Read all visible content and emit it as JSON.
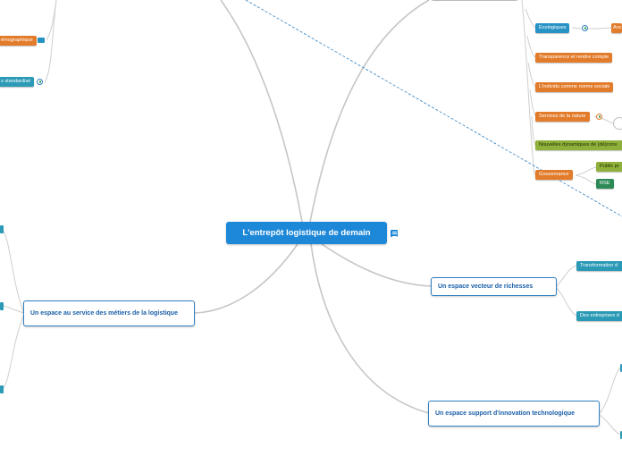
{
  "mindmap": {
    "central": {
      "label": "L'entrepôt logistique de demain",
      "has_notes": true
    },
    "main_topics": [
      {
        "id": "metiers",
        "label": "Un espace au service des métiers de la logistique"
      },
      {
        "id": "richesses",
        "label": "Un espace vecteur de richesses"
      },
      {
        "id": "innovation",
        "label": "Un espace support d'innovation technologique"
      }
    ],
    "right_subtopics": [
      {
        "label": "Ecologiques",
        "color": "blue"
      },
      {
        "label": "Transparence et rendre compte",
        "color": "orange"
      },
      {
        "label": "L'individu comme norme sociale",
        "color": "orange"
      },
      {
        "label": "Services de la nature",
        "color": "orange"
      },
      {
        "label": "Nouvelles dynamiques de (dé)cons",
        "color": "olive"
      },
      {
        "label": "Gouvernance",
        "color": "orange"
      }
    ],
    "gouvernance_children": [
      {
        "label": "Public  pr",
        "color": "olive"
      },
      {
        "label": "RSE",
        "color": "green"
      }
    ],
    "ecologiques_child": {
      "label": "Anc",
      "color": "orange"
    },
    "richesses_children": [
      {
        "label": "Transformation d",
        "color": "teal"
      },
      {
        "label": "Des entreprises d",
        "color": "teal"
      }
    ],
    "left_partial": [
      {
        "label": "émographique",
        "color": "orange"
      },
      {
        "label": "s standardisé",
        "color": "teal"
      }
    ],
    "colors": {
      "central_bg": "#1e88d8",
      "main_border": "#2f7fc1",
      "orange": "#e27b2a",
      "blue": "#2793c4",
      "olive": "#8fb03a",
      "green": "#2c8a56",
      "connector": "#c6c6c6",
      "dashed_relation": "#2f7fc1"
    },
    "icons": [
      "notes-icon",
      "globe-icon",
      "badge-icon"
    ]
  }
}
